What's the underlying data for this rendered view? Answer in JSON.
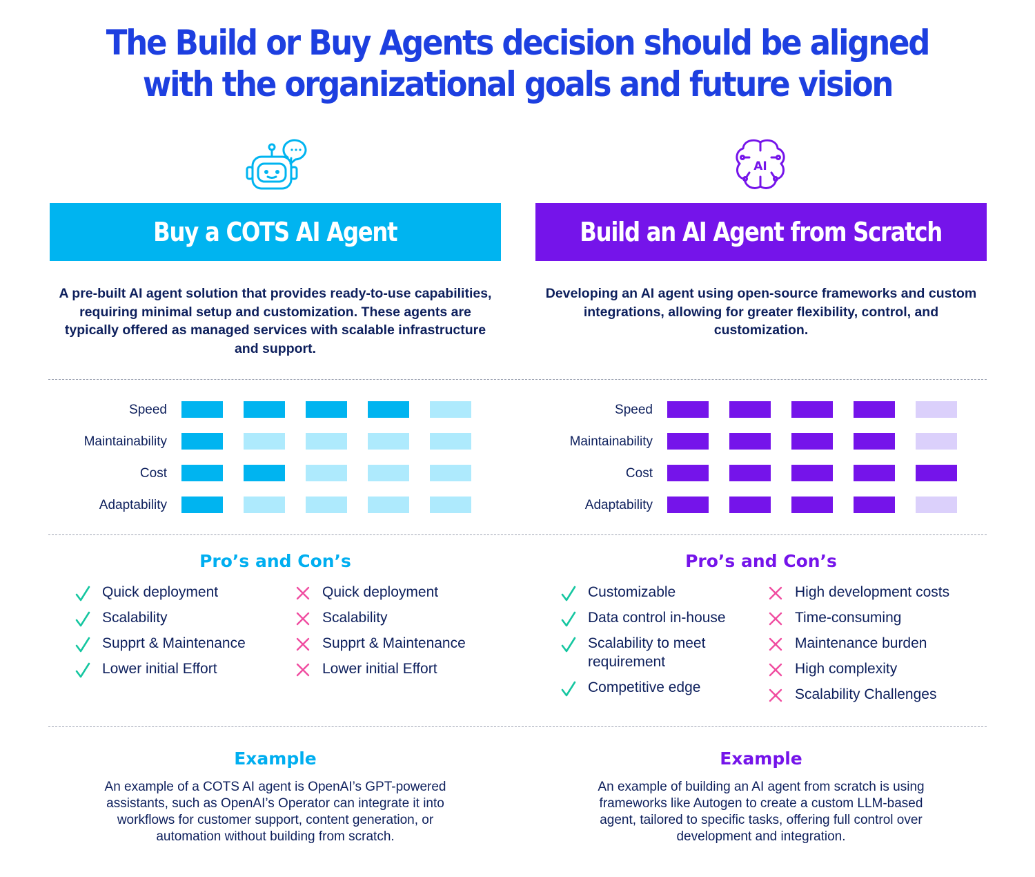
{
  "title": {
    "line1": "The Build or Buy Agents decision should be aligned",
    "line2": "with the organizational goals and future vision"
  },
  "colors": {
    "title_blue": "#1d3fe0",
    "buy_accent": "#00b4f0",
    "buy_light": "#aeeafd",
    "build_accent": "#7514ea",
    "build_light": "#dbd0fb",
    "check_green": "#14c6a0",
    "cross_pink": "#f04ca0",
    "text_navy": "#0d1f5c"
  },
  "buy": {
    "icon": "robot-chat-icon",
    "banner": "Buy a COTS AI Agent",
    "description": "A pre-built AI agent solution that provides ready-to-use capabilities, requiring minimal setup and customization. These agents are typically offered as managed services with scalable infrastructure and support.",
    "ratings": [
      {
        "label": "Speed",
        "score": 4,
        "max": 5
      },
      {
        "label": "Maintainability",
        "score": 1,
        "max": 5
      },
      {
        "label": "Cost",
        "score": 2,
        "max": 5
      },
      {
        "label": "Adaptability",
        "score": 1,
        "max": 5
      }
    ],
    "pros_cons_title": "Pro’s and Con’s",
    "pros": [
      "Quick deployment",
      "Scalability",
      "Supprt & Maintenance",
      "Lower initial Effort"
    ],
    "cons": [
      "Quick deployment",
      "Scalability",
      "Supprt & Maintenance",
      "Lower initial Effort"
    ],
    "example_title": "Example",
    "example_text": "An example of a COTS AI agent is OpenAI’s GPT-powered assistants, such as OpenAI’s Operator can integrate it into workflows for customer support, content generation, or automation without building from scratch."
  },
  "build": {
    "icon": "ai-brain-icon",
    "banner": "Build an AI Agent from Scratch",
    "description": "Developing an AI agent using open-source frameworks and custom integrations, allowing for greater flexibility, control, and customization.",
    "ratings": [
      {
        "label": "Speed",
        "score": 4,
        "max": 5
      },
      {
        "label": "Maintainability",
        "score": 4,
        "max": 5
      },
      {
        "label": "Cost",
        "score": 5,
        "max": 5
      },
      {
        "label": "Adaptability",
        "score": 4,
        "max": 5
      }
    ],
    "pros_cons_title": "Pro’s and Con’s",
    "pros": [
      "Customizable",
      "Data control in-house",
      "Scalability to meet requirement",
      "Competitive edge"
    ],
    "cons": [
      "High development costs",
      "Time-consuming",
      "Maintenance burden",
      "High complexity",
      "Scalability Challenges"
    ],
    "example_title": "Example",
    "example_text": "An example of building an AI agent from scratch is using frameworks like Autogen to create a custom LLM-based agent, tailored to specific tasks, offering full control over development and integration."
  }
}
